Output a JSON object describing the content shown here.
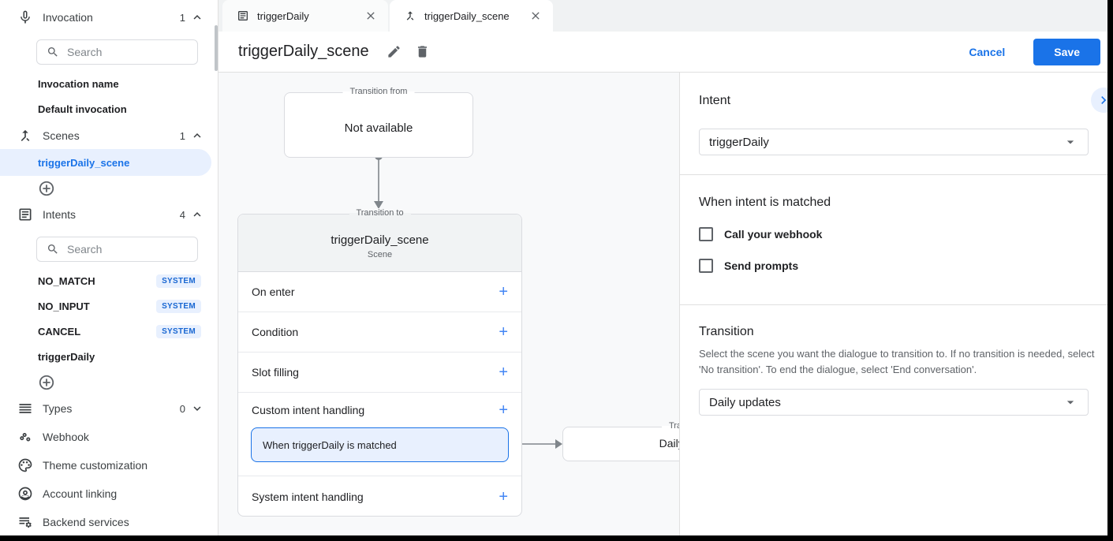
{
  "colors": {
    "accent": "#1a73e8",
    "accent_light": "#e8f0fe",
    "badge_text": "#1967d2",
    "canvas_bg": "#f8f9fa"
  },
  "sidebar": {
    "invocation": {
      "label": "Invocation",
      "count": "1",
      "search_placeholder": "Search",
      "items": [
        {
          "label": "Invocation name"
        },
        {
          "label": "Default invocation"
        }
      ]
    },
    "scenes": {
      "label": "Scenes",
      "count": "1",
      "selected_item": "triggerDaily_scene"
    },
    "intents": {
      "label": "Intents",
      "count": "4",
      "search_placeholder": "Search",
      "items": [
        {
          "label": "NO_MATCH",
          "badge": "SYSTEM"
        },
        {
          "label": "NO_INPUT",
          "badge": "SYSTEM"
        },
        {
          "label": "CANCEL",
          "badge": "SYSTEM"
        },
        {
          "label": "triggerDaily"
        }
      ]
    },
    "types": {
      "label": "Types",
      "count": "0"
    },
    "links": [
      {
        "label": "Webhook"
      },
      {
        "label": "Theme customization"
      },
      {
        "label": "Account linking"
      },
      {
        "label": "Backend services"
      }
    ]
  },
  "tabs": [
    {
      "label": "triggerDaily",
      "icon": "intent-icon",
      "close": "✕"
    },
    {
      "label": "triggerDaily_scene",
      "icon": "scene-icon",
      "close": "✕",
      "active": true
    }
  ],
  "header": {
    "title": "triggerDaily_scene",
    "cancel_label": "Cancel",
    "save_label": "Save"
  },
  "canvas": {
    "transition_from": {
      "legend": "Transition from",
      "content": "Not available"
    },
    "scene_card": {
      "legend": "Transition to",
      "title": "triggerDaily_scene",
      "subtitle": "Scene",
      "add_label": "+",
      "rows": [
        {
          "label": "On enter"
        },
        {
          "label": "Condition"
        },
        {
          "label": "Slot filling"
        },
        {
          "label": "Custom intent handling"
        },
        {
          "label": "System intent handling"
        }
      ],
      "handler_label": "When triggerDaily is matched"
    },
    "target_card": {
      "legend": "Transition to",
      "content": "Daily updates"
    }
  },
  "panel": {
    "intent": {
      "heading": "Intent",
      "value": "triggerDaily"
    },
    "matched": {
      "heading": "When intent is matched",
      "checkboxes": [
        {
          "label": "Call your webhook",
          "checked": false
        },
        {
          "label": "Send prompts",
          "checked": false
        }
      ]
    },
    "transition": {
      "heading": "Transition",
      "description": "Select the scene you want the dialogue to transition to. If no transition is needed, select 'No transition'. To end the dialogue, select 'End conversation'.",
      "value": "Daily updates"
    }
  }
}
